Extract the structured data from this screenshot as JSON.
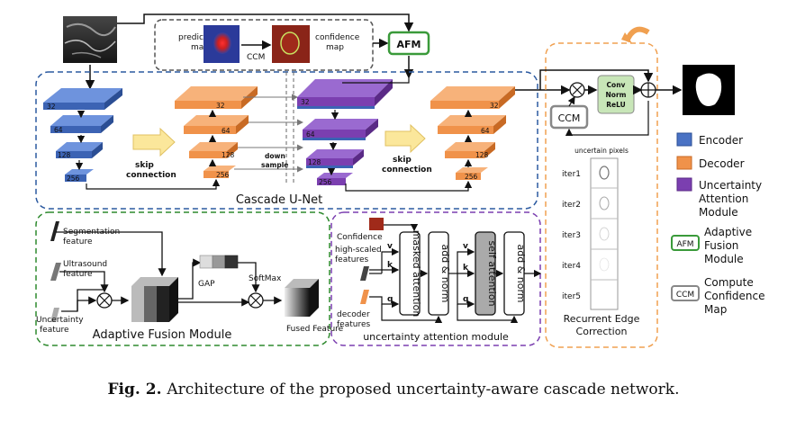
{
  "caption": {
    "label": "Fig. 2.",
    "text": "Architecture of the proposed uncertainty-aware cascade network."
  },
  "top": {
    "prediction_map": "prediction map",
    "ccm": "CCM",
    "confidence_map": "confidence map",
    "afm": "AFM"
  },
  "unet": {
    "title": "Cascade U-Net",
    "encoder_sizes": [
      "32",
      "64",
      "128",
      "256"
    ],
    "decoder_sizes": [
      "32",
      "64",
      "128",
      "256"
    ],
    "skip_connection": "skip connection",
    "down_sample": "down sample"
  },
  "afm_module": {
    "title": "Adaptive Fusion Module",
    "segmentation_feature": "Segmentation feature",
    "ultrasound_feature": "Ultrasound feature",
    "uncertainty_feature": "Uncertainty feature",
    "gap": "GAP",
    "softmax": "SoftMax",
    "fused_feature": "Fused Feature"
  },
  "uam": {
    "title": "uncertainty attention module",
    "confidence": "Confidence",
    "high_scaled_features": "high-scaled features",
    "decoder_features": "decoder features",
    "masked_attention": "masked attention",
    "add_norm": "add & norm",
    "self_attention": "self attention",
    "v": "v",
    "k": "k",
    "q": "q"
  },
  "rec": {
    "ccm": "CCM",
    "conv_norm_relu": "Conv Norm ReLU",
    "uncertain_pixels": "uncertain pixels",
    "iters": [
      "iter1",
      "iter2",
      "iter3",
      "iter4",
      "iter5"
    ],
    "title": "Recurrent Edge Correction"
  },
  "legend": {
    "encoder": "Encoder",
    "decoder": "Decoder",
    "uam": "Uncertainty Attention Module",
    "afm_badge": "AFM",
    "afm_text": "Adaptive Fusion Module",
    "ccm_badge": "CCM",
    "ccm_text": "Compute Confidence Map"
  },
  "colors": {
    "encoder": "#4a72c4",
    "decoder": "#f0924a",
    "uam": "#7b3fb0",
    "afm_green": "#3a9a3a",
    "ccm_gray": "#888888",
    "unet_border": "#2c5aa0",
    "afm_border": "#2f8a2f",
    "uam_border": "#7b3fb0",
    "rec_border": "#f0a050"
  }
}
